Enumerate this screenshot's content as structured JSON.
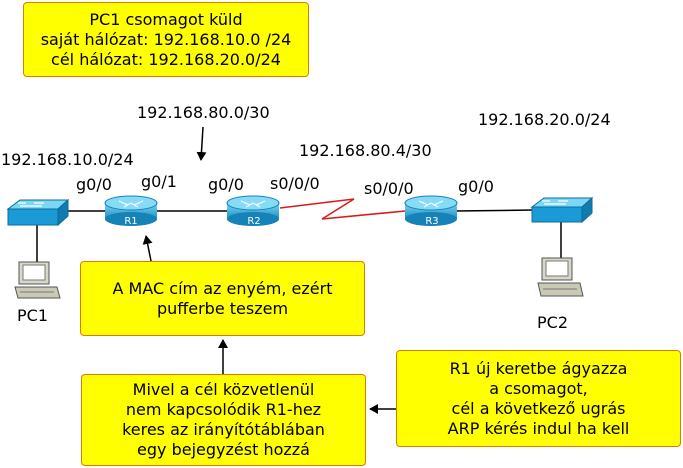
{
  "notes": {
    "top": [
      "PC1 csomagot küld",
      "saját hálózat: 192.168.10.0 /24",
      "cél hálózat: 192.168.20.0/24"
    ],
    "mac": [
      "A MAC cím az enyém, ezért",
      "pufferbe teszem"
    ],
    "route": [
      "Mivel a cél közvetlenül",
      "nem kapcsolódik R1-hez",
      "keres az irányítótáblában",
      "egy bejegyzést hozzá"
    ],
    "frame": [
      "R1 új keretbe ágyazza",
      "a csomagot,",
      "cél a következő ugrás",
      "ARP kérés indul ha kell"
    ]
  },
  "networks": {
    "net80_0": "192.168.80.0/30",
    "net80_4": "192.168.80.4/30",
    "net10": "192.168.10.0/24",
    "net20": "192.168.20.0/24"
  },
  "interfaces": {
    "r1_left": "g0/0",
    "r1_right": "g0/1",
    "r2_left": "g0/0",
    "r2_right": "s0/0/0",
    "r3_left": "s0/0/0",
    "r3_right": "g0/0"
  },
  "devices": {
    "r1": "R1",
    "r2": "R2",
    "r3": "R3",
    "pc1": "PC1",
    "pc2": "PC2"
  },
  "icons": [
    "switch-icon",
    "router-icon",
    "pc-icon"
  ],
  "colors": {
    "note_fill": "#ffff00",
    "note_border": "#e07b00",
    "router": "#1da4d8",
    "serial_link": "#e02020"
  }
}
